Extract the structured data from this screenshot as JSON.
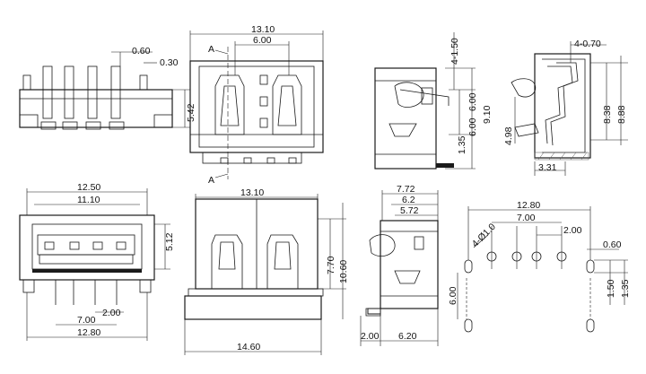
{
  "views": {
    "front_pins": {
      "dims": {
        "top": "0.60",
        "top2": "0.30",
        "height": "5.42"
      }
    },
    "top": {
      "dims": {
        "overall": "13.10",
        "inner": "6.00",
        "marker_top": "A",
        "marker_bottom": "A"
      }
    },
    "side_section": {
      "dims": {
        "a": "4-1.50",
        "b": "9.10",
        "c": "6.00",
        "d": "1.35",
        "e": "6.00"
      }
    },
    "side_small": {
      "dims": {
        "top": "4-0.70",
        "h1": "8.38",
        "h2": "8.88",
        "left": "4.98",
        "bottom": "3.31"
      }
    },
    "front_socket": {
      "dims": {
        "w1": "12.50",
        "w2": "11.10",
        "h": "5.12",
        "bottom1": "2.00",
        "bottom2": "7.00",
        "bottom3": "12.80"
      }
    },
    "top_large": {
      "dims": {
        "w": "13.10",
        "h1": "7.70",
        "h2": "10.60",
        "bottom": "14.60"
      }
    },
    "side_section2": {
      "dims": {
        "t1": "7.72",
        "t2": "6.2",
        "t3": "5.72",
        "b1": "2.00",
        "b2": "6.20"
      }
    },
    "footprint": {
      "dims": {
        "w": "12.80",
        "a": "7.00",
        "b": "2.00",
        "c": "0.60",
        "d": "1.50",
        "e": "1.35",
        "f": "6.00",
        "hole": "4-Ø1.0"
      }
    }
  }
}
